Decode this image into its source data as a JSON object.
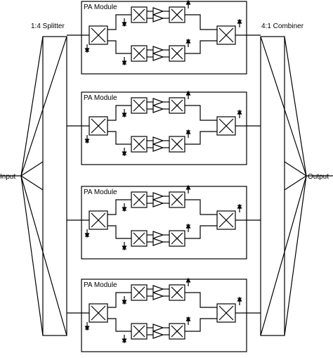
{
  "diagram": {
    "splitter_label": "1:4 Splitter",
    "combiner_label": "4:1 Combiner",
    "input_label": "Input",
    "output_label": "Output",
    "modules": [
      {
        "label": "PA Module"
      },
      {
        "label": "PA Module"
      },
      {
        "label": "PA Module"
      },
      {
        "label": "PA Module"
      }
    ]
  }
}
